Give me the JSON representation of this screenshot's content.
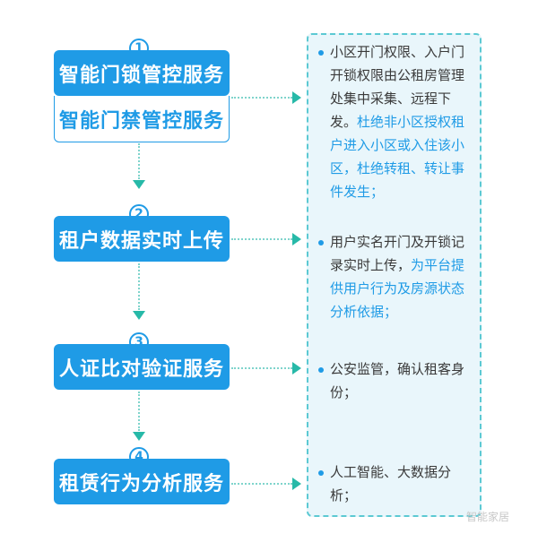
{
  "steps": [
    {
      "num": "1",
      "title": "智能门锁管控服务",
      "subtitle": "智能门禁管控服务"
    },
    {
      "num": "2",
      "title": "租户数据实时上传"
    },
    {
      "num": "3",
      "title": "人证比对验证服务"
    },
    {
      "num": "4",
      "title": "租赁行为分析服务"
    }
  ],
  "descriptions": [
    {
      "dark": "小区开门权限、入户门开锁权限由公租房管理处集中采集、远程下发。",
      "blue": "杜绝非小区授权租户进入小区或入住该小区，杜绝转租、转让事件发生；"
    },
    {
      "dark": "用户实名开门及开锁记录实时上传，",
      "blue": "为平台提供用户行为及房源状态分析依据；"
    },
    {
      "dark": "公安监管，确认租客身份；",
      "blue": ""
    },
    {
      "dark": "人工智能、大数据分析；",
      "blue": ""
    }
  ],
  "watermark": "智能家居",
  "colors": {
    "primary": "#1f9be6",
    "connector": "#27b9a8",
    "panel_bg": "#e9f6fb",
    "panel_border": "#5cc9d3"
  }
}
